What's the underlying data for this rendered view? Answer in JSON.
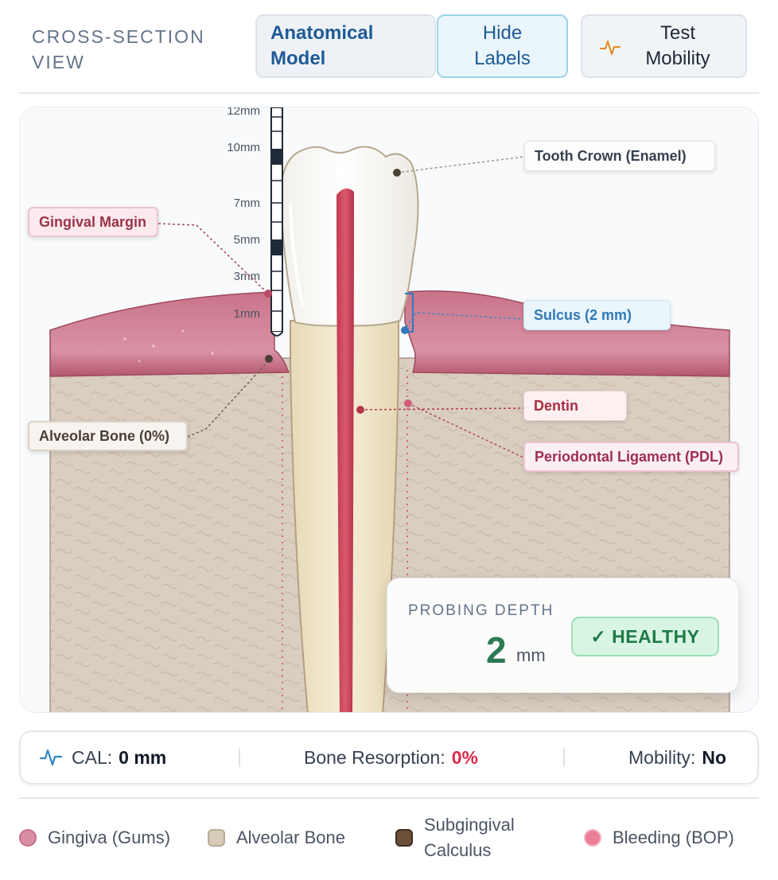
{
  "header": {
    "view_title": "CROSS-SECTION VIEW",
    "model_button": "Anatomical Model",
    "labels_button": "Hide Labels",
    "mobility_button": "Test Mobility"
  },
  "probe_scale": {
    "ticks": [
      "12mm",
      "10mm",
      "7mm",
      "5mm",
      "3mm",
      "1mm"
    ]
  },
  "labels": {
    "crown": "Tooth Crown (Enamel)",
    "margin": "Gingival Margin",
    "sulcus": "Sulcus (2 mm)",
    "dentin": "Dentin",
    "pdl": "Periodontal Ligament (PDL)",
    "bone": "Alveolar Bone (0%)"
  },
  "probing": {
    "title": "PROBING DEPTH",
    "value": "2",
    "unit": "mm",
    "status": "✓ HEALTHY"
  },
  "stats": {
    "cal_label": "CAL:",
    "cal_value": "0 mm",
    "bone_label": "Bone Resorption:",
    "bone_value": "0%",
    "mobility_label": "Mobility:",
    "mobility_value": "No"
  },
  "legend": [
    {
      "label": "Gingiva (Gums)",
      "icon": "gingiva-dot"
    },
    {
      "label": "Alveolar Bone",
      "icon": "bone-swatch"
    },
    {
      "label": "Subgingival Calculus",
      "icon": "calculus-swatch"
    },
    {
      "label": "Bleeding (BOP)",
      "icon": "bleeding-dot"
    }
  ],
  "colors": {
    "gingiva": "#d98ea3",
    "bone": "#d7cbbb",
    "pulp": "#d24b60",
    "healthy": "#2c7a55",
    "alert": "#dc2b4f",
    "accent": "#1e5a96"
  }
}
